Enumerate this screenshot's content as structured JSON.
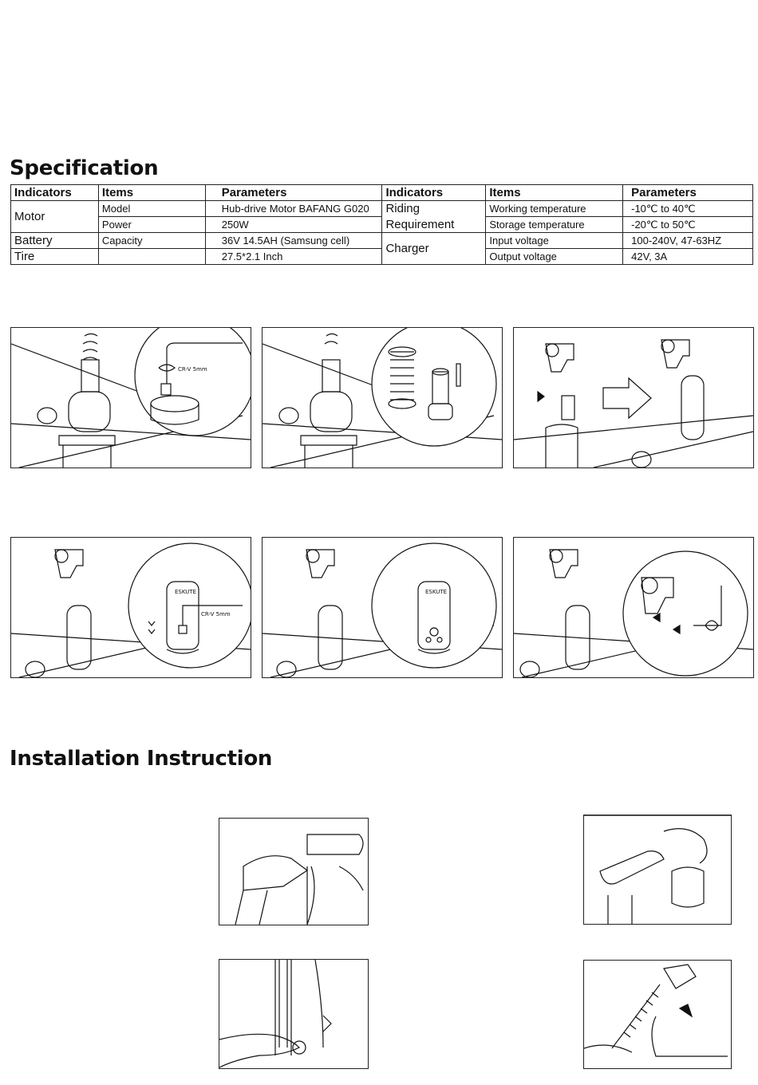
{
  "headings": {
    "specification": "Specification",
    "installation": "Installation Instruction"
  },
  "spec_table": {
    "headers": [
      "Indicators",
      "Items",
      "Parameters",
      "Indicators",
      "Items",
      "Parameters"
    ],
    "motor": {
      "indicator": "Motor",
      "model_item": "Model",
      "model_value": "Hub-drive Motor BAFANG G020",
      "power_item": "Power",
      "power_value": "250W"
    },
    "battery": {
      "indicator": "Battery",
      "item": "Capacity",
      "value": "36V 14.5AH (Samsung cell)"
    },
    "tire": {
      "indicator": "Tire",
      "item": "",
      "value": "27.5*2.1 Inch"
    },
    "riding": {
      "indicator_line1": "Riding",
      "indicator_line2": "Requirement",
      "working_item": "Working temperature",
      "working_value": "-10℃ to 40℃",
      "storage_item": "Storage temperature",
      "storage_value": "-20℃ to 50℃"
    },
    "charger": {
      "indicator": "Charger",
      "input_item": "Input voltage",
      "input_value": "100-240V, 47-63HZ",
      "output_item": "Output voltage",
      "output_value": "42V, 3A"
    }
  },
  "figure_labels": {
    "tool_1": "CR-V 5mm",
    "tool_2": "CR-V 5mm",
    "brand_1": "ESKUTE",
    "brand_2": "ESKUTE"
  }
}
